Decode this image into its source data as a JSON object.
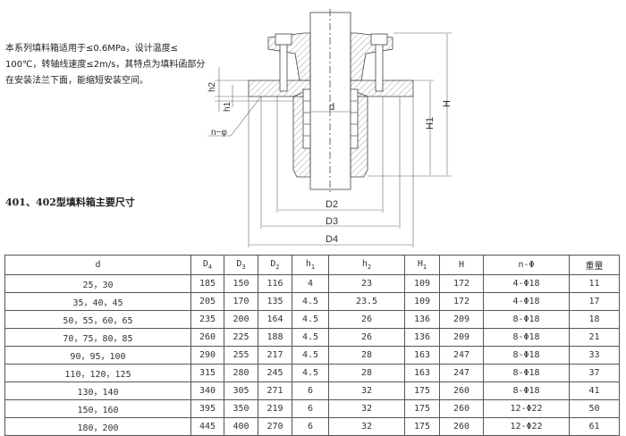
{
  "intro": {
    "lines": [
      "本系列填料箱适用于≤0.6MPa，设计温度≤",
      "100℃，转轴线速度≤2m/s，其特点为填料函部分",
      "在安装法兰下面，能缩短安装空间。"
    ]
  },
  "table_title": "401、402型填料箱主要尺寸",
  "diagram": {
    "labels": {
      "h2": "h2",
      "h1": "h1",
      "n_phi": "n−φ",
      "d": "d",
      "H": "H",
      "H1": "H1",
      "D2": "D2",
      "D3": "D3",
      "D4": "D4"
    }
  },
  "table": {
    "headers": [
      {
        "main": "d",
        "sub": ""
      },
      {
        "main": "D",
        "sub": "4"
      },
      {
        "main": "D",
        "sub": "3"
      },
      {
        "main": "D",
        "sub": "2"
      },
      {
        "main": "h",
        "sub": "1"
      },
      {
        "main": "h",
        "sub": "2"
      },
      {
        "main": "H",
        "sub": "1"
      },
      {
        "main": "H",
        "sub": ""
      },
      {
        "main": "n-Φ",
        "sub": ""
      },
      {
        "main": "重量",
        "sub": ""
      }
    ],
    "rows": [
      [
        "25，30",
        "185",
        "150",
        "116",
        "4",
        "23",
        "109",
        "172",
        "4-Φ18",
        "11"
      ],
      [
        "35，40，45",
        "205",
        "170",
        "135",
        "4.5",
        "23.5",
        "109",
        "172",
        "4-Φ18",
        "17"
      ],
      [
        "50，55，60，65",
        "235",
        "200",
        "164",
        "4.5",
        "26",
        "136",
        "209",
        "8-Φ18",
        "18"
      ],
      [
        "70，75，80，85",
        "260",
        "225",
        "188",
        "4.5",
        "26",
        "136",
        "209",
        "8-Φ18",
        "21"
      ],
      [
        "90，95，100",
        "290",
        "255",
        "217",
        "4.5",
        "28",
        "163",
        "247",
        "8-Φ18",
        "33"
      ],
      [
        "110，120，125",
        "315",
        "280",
        "245",
        "4.5",
        "28",
        "163",
        "247",
        "8-Φ18",
        "37"
      ],
      [
        "130，140",
        "340",
        "305",
        "271",
        "6",
        "32",
        "175",
        "260",
        "8-Φ18",
        "41"
      ],
      [
        "150，160",
        "395",
        "350",
        "219",
        "6",
        "32",
        "175",
        "260",
        "12-Φ22",
        "50"
      ],
      [
        "180，200",
        "445",
        "400",
        "270",
        "6",
        "32",
        "175",
        "260",
        "12-Φ22",
        "61"
      ]
    ]
  }
}
